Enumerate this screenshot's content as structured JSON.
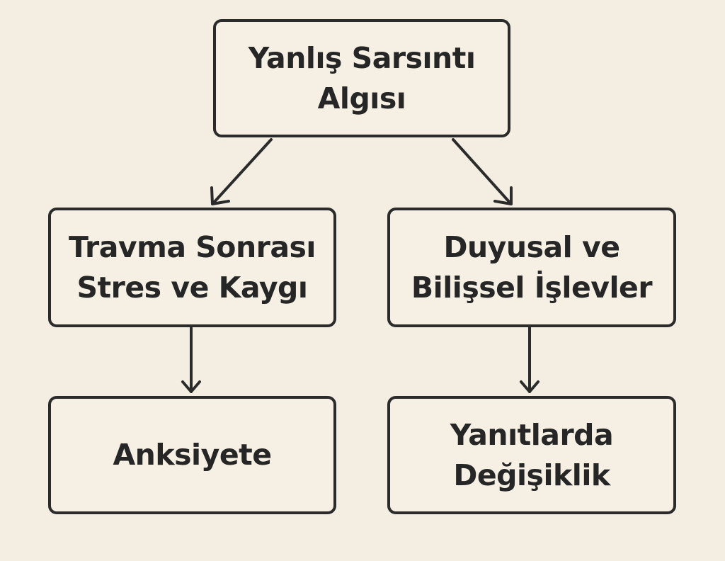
{
  "nodes": {
    "root": {
      "lines": [
        "Yanlış Sarsıntı",
        "Algısı"
      ]
    },
    "left_mid": {
      "lines": [
        "Travma Sonrası",
        "Stres ve Kaygı"
      ]
    },
    "right_mid": {
      "lines": [
        "Duyusal ve",
        "Bilişsel İşlevler"
      ]
    },
    "left_bottom": {
      "lines": [
        "Anksiyete"
      ]
    },
    "right_bottom": {
      "lines": [
        "Yanıtlarda",
        "Değişiklik"
      ]
    }
  },
  "colors": {
    "background": "#f4eee2",
    "stroke": "#2b2b2b",
    "text": "#262626"
  }
}
